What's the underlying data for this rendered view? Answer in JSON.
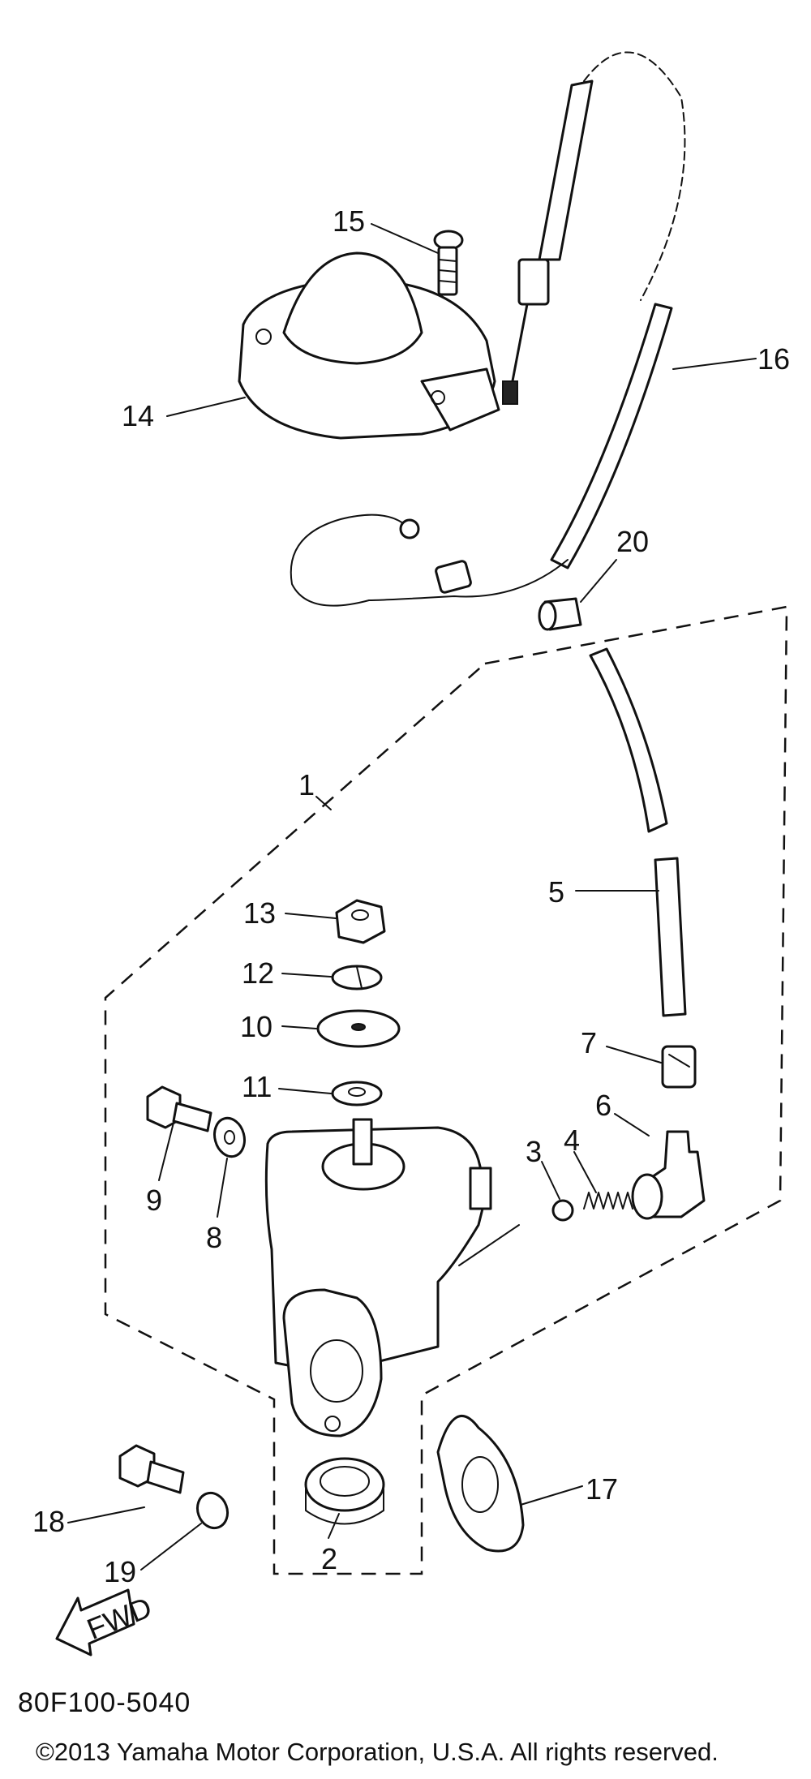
{
  "diagram": {
    "callouts": [
      "1",
      "2",
      "3",
      "4",
      "5",
      "6",
      "7",
      "8",
      "9",
      "10",
      "11",
      "12",
      "13",
      "14",
      "15",
      "16",
      "17",
      "18",
      "19",
      "20"
    ],
    "fwd_label": "FWD",
    "part_code": "80F100-5040",
    "copyright": "©2013 Yamaha Motor Corporation, U.S.A. All rights reserved."
  }
}
